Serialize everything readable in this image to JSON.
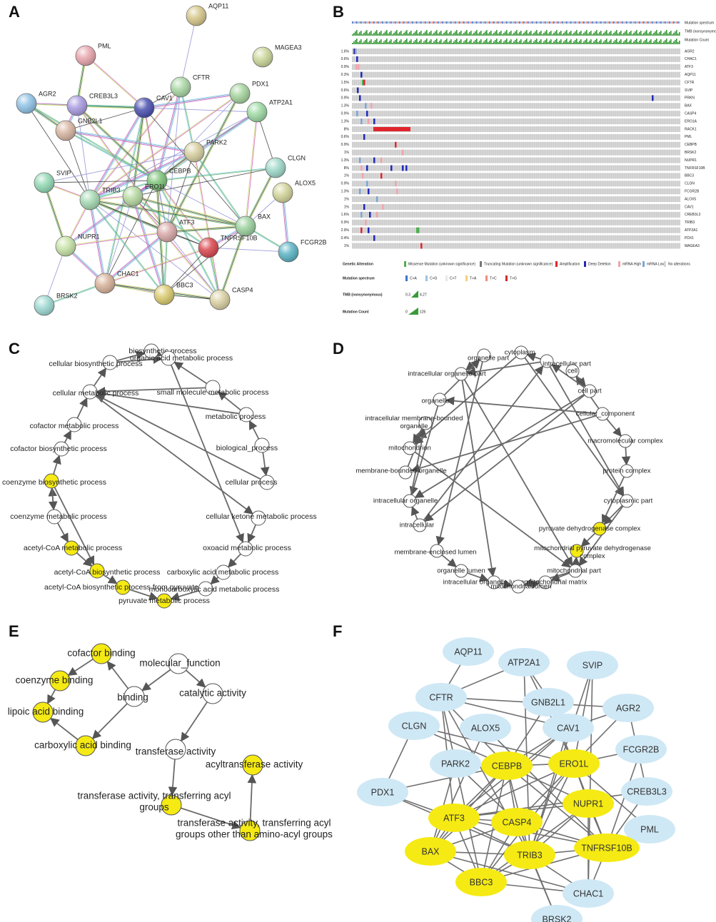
{
  "panel_labels": {
    "a": "A",
    "b": "B",
    "c": "C",
    "d": "D",
    "e": "E",
    "f": "F"
  },
  "colors": {
    "yellow": "#f5ea13",
    "light_blue": "#cfe8f5",
    "edge": "#666666",
    "white": "#ffffff"
  },
  "panelA": {
    "nodes": [
      {
        "id": "AQP11",
        "label": "AQP11",
        "color": "#d6c78a"
      },
      {
        "id": "PML",
        "label": "PML",
        "color": "#e8a6ae"
      },
      {
        "id": "MAGEA3",
        "label": "MAGEA3",
        "color": "#cbd69a"
      },
      {
        "id": "CFTR",
        "label": "CFTR",
        "color": "#a9d6a4"
      },
      {
        "id": "PDX1",
        "label": "PDX1",
        "color": "#a5d49e"
      },
      {
        "id": "AGR2",
        "label": "AGR2",
        "color": "#8fc2e6"
      },
      {
        "id": "CREB3L3",
        "label": "CREB3L3",
        "color": "#a99be0"
      },
      {
        "id": "CAV1",
        "label": "CAV1",
        "color": "#4a50b0"
      },
      {
        "id": "ATP2A1",
        "label": "ATP2A1",
        "color": "#9ed9a3"
      },
      {
        "id": "GNB2L1",
        "label": "GNB2L1",
        "color": "#d8b6a2"
      },
      {
        "id": "PARK2",
        "label": "PARK2",
        "color": "#d7cfa0"
      },
      {
        "id": "CLGN",
        "label": "CLGN",
        "color": "#9ed9c9"
      },
      {
        "id": "SVIP",
        "label": "SVIP",
        "color": "#93d9b5"
      },
      {
        "id": "CEBPB",
        "label": "CEBPB",
        "color": "#7ec47a"
      },
      {
        "id": "ALOX5",
        "label": "ALOX5",
        "color": "#d3d49a"
      },
      {
        "id": "TRIB3",
        "label": "TRIB3",
        "color": "#a5d9b3"
      },
      {
        "id": "ERO1L",
        "label": "ERO1L",
        "color": "#b7d9a1"
      },
      {
        "id": "BAX",
        "label": "BAX",
        "color": "#9cd19f"
      },
      {
        "id": "NUPR1",
        "label": "NUPR1",
        "color": "#c7e3a7"
      },
      {
        "id": "ATF3",
        "label": "ATF3",
        "color": "#d9a8a8"
      },
      {
        "id": "TNFRSF10B",
        "label": "TNFRSF10B",
        "color": "#d9484f"
      },
      {
        "id": "FCGR2B",
        "label": "FCGR2B",
        "color": "#5bb4c4"
      },
      {
        "id": "CHAC1",
        "label": "CHAC1",
        "color": "#d7b29a"
      },
      {
        "id": "BBC3",
        "label": "BBC3",
        "color": "#d9ca6e"
      },
      {
        "id": "CASP4",
        "label": "CASP4",
        "color": "#d9d0a2"
      },
      {
        "id": "BRSK2",
        "label": "BRSK2",
        "color": "#9ed9d3"
      }
    ]
  },
  "panelB": {
    "genes": [
      {
        "name": "AGR2",
        "pct": "1.6%"
      },
      {
        "name": "CHAC1",
        "pct": "0.6%"
      },
      {
        "name": "ATF3",
        "pct": "0.9%"
      },
      {
        "name": "AQP11",
        "pct": "0.3%"
      },
      {
        "name": "CFTR",
        "pct": "1.5%"
      },
      {
        "name": "SVIP",
        "pct": "0.6%"
      },
      {
        "name": "PRKN",
        "pct": "0.9%"
      },
      {
        "name": "BAX",
        "pct": "1.3%"
      },
      {
        "name": "CASP4",
        "pct": "0.9%"
      },
      {
        "name": "ERO1A",
        "pct": "1.3%"
      },
      {
        "name": "RACK1",
        "pct": "8%"
      },
      {
        "name": "PML",
        "pct": "0.6%"
      },
      {
        "name": "CEBPB",
        "pct": "0.9%"
      },
      {
        "name": "BRSK2",
        "pct": "1%"
      },
      {
        "name": "NUPR1",
        "pct": "1.3%"
      },
      {
        "name": "TNFRSF10B",
        "pct": "8%"
      },
      {
        "name": "BBC3",
        "pct": "1%"
      },
      {
        "name": "CLGN",
        "pct": "0.9%"
      },
      {
        "name": "FCGR2B",
        "pct": "1.3%"
      },
      {
        "name": "ALOX5",
        "pct": "1%"
      },
      {
        "name": "CAV1",
        "pct": "1%"
      },
      {
        "name": "CREB3L3",
        "pct": "1.6%"
      },
      {
        "name": "TRIB3",
        "pct": "0.9%"
      },
      {
        "name": "ATP2A1",
        "pct": "2.9%"
      },
      {
        "name": "PDX1",
        "pct": "0.4%"
      },
      {
        "name": "MAGEA3",
        "pct": "1%"
      }
    ],
    "track_labels": [
      "Mutation spectrum",
      "TMB (nonsynonymous)",
      "Mutation Count"
    ],
    "legend": {
      "genetic_alteration_title": "Genetic Alteration",
      "genetic_alteration_items": [
        {
          "label": "Missense Mutation (unknown significance)",
          "color": "#4fb04f"
        },
        {
          "label": "Truncating Mutation (unknown significance)",
          "color": "#777777"
        },
        {
          "label": "Amplification",
          "color": "#e0262d"
        },
        {
          "label": "Deep Deletion",
          "color": "#1f2ab8"
        },
        {
          "label": "mRNA High",
          "color": "#f0a4ae"
        },
        {
          "label": "mRNA Low",
          "color": "#7aa6d4"
        },
        {
          "label": "No alterations",
          "color": "#d6d6d6"
        }
      ],
      "spectrum_title": "Mutation spectrum",
      "spectrum_items": [
        {
          "label": "C>A",
          "color": "#3d74c9"
        },
        {
          "label": "C>G",
          "color": "#9cc4e4"
        },
        {
          "label": "C>T",
          "color": "#e8e8e8"
        },
        {
          "label": "T>A",
          "color": "#f5cf7a"
        },
        {
          "label": "T>C",
          "color": "#f28b7d"
        },
        {
          "label": "T>G",
          "color": "#d42a2a"
        }
      ],
      "tmb_title": "TMB (nonsynonymous)",
      "tmb_min": "0.3",
      "tmb_max": "4.27",
      "count_title": "Mutation Count",
      "count_min": "0",
      "count_max": "126"
    }
  },
  "panelC": {
    "nodes": [
      {
        "id": "biosynthetic process",
        "label": "biosynthetic process",
        "yellow": false
      },
      {
        "id": "organic acid metabolic process",
        "label": "organic acid metabolic process",
        "yellow": false
      },
      {
        "id": "cellular biosynthetic process",
        "label": "cellular biosynthetic process",
        "yellow": false
      },
      {
        "id": "small molecule metabolic process",
        "label": "small molecule metabolic process",
        "yellow": false
      },
      {
        "id": "cellular metabolic process",
        "label": "cellular metabolic process",
        "yellow": false
      },
      {
        "id": "metabolic process",
        "label": "metabolic process",
        "yellow": false
      },
      {
        "id": "cofactor metabolic process",
        "label": "cofactor metabolic process",
        "yellow": false
      },
      {
        "id": "biological_process",
        "label": "biological_process",
        "yellow": false
      },
      {
        "id": "cofactor biosynthetic process",
        "label": "cofactor biosynthetic process",
        "yellow": false
      },
      {
        "id": "coenzyme biosynthetic process",
        "label": "coenzyme biosynthetic process",
        "yellow": true
      },
      {
        "id": "cellular process",
        "label": "cellular process",
        "yellow": false
      },
      {
        "id": "coenzyme metabolic process",
        "label": "coenzyme metabolic process",
        "yellow": false
      },
      {
        "id": "cellular ketone metabolic process",
        "label": "cellular ketone metabolic process",
        "yellow": false
      },
      {
        "id": "acetyl-CoA metabolic process",
        "label": "acetyl-CoA metabolic process",
        "yellow": true
      },
      {
        "id": "oxoacid metabolic process",
        "label": "oxoacid metabolic process",
        "yellow": false
      },
      {
        "id": "acetyl-CoA biosynthetic process",
        "label": "acetyl-CoA biosynthetic process",
        "yellow": true
      },
      {
        "id": "carboxylic acid metabolic process",
        "label": "carboxylic acid metabolic process",
        "yellow": false
      },
      {
        "id": "acetyl-CoA biosynthetic process from pyruvate",
        "label": "acetyl-CoA biosynthetic process from pyruvate",
        "yellow": true
      },
      {
        "id": "monocarboxylic acid metabolic process",
        "label": "monocarboxylic acid metabolic process",
        "yellow": false
      },
      {
        "id": "pyruvate metabolic process",
        "label": "pyruvate metabolic process",
        "yellow": true
      }
    ]
  },
  "panelD": {
    "nodes": [
      {
        "id": "cytoplasm",
        "label": "cytoplasm",
        "yellow": false
      },
      {
        "id": "organelle part",
        "label": "organelle part",
        "yellow": false
      },
      {
        "id": "intracellular part",
        "label": "intracellular part",
        "yellow": false
      },
      {
        "id": "intracellular organelle part",
        "label": "intracellular organelle part",
        "yellow": false
      },
      {
        "id": "cell",
        "label": "cell",
        "yellow": false
      },
      {
        "id": "cell part",
        "label": "cell part",
        "yellow": false
      },
      {
        "id": "organelle",
        "label": "organelle",
        "yellow": false
      },
      {
        "id": "cellular_component",
        "label": "cellular_component",
        "yellow": false
      },
      {
        "id": "intracellular membrane-bounded organelle",
        "label": "intracellular membrane-bounded organelle",
        "yellow": false
      },
      {
        "id": "macromolecular complex",
        "label": "macromolecular complex",
        "yellow": false
      },
      {
        "id": "mitochondrion",
        "label": "mitochondrion",
        "yellow": false
      },
      {
        "id": "protein complex",
        "label": "protein complex",
        "yellow": false
      },
      {
        "id": "membrane-bounded organelle",
        "label": "membrane-bounded organelle",
        "yellow": false
      },
      {
        "id": "intracellular organelle",
        "label": "intracellular organelle",
        "yellow": false
      },
      {
        "id": "cytoplasmic part",
        "label": "cytoplasmic part",
        "yellow": false
      },
      {
        "id": "intracellular",
        "label": "intracellular",
        "yellow": false
      },
      {
        "id": "pyruvate dehydrogenase complex",
        "label": "pyruvate dehydrogenase complex",
        "yellow": true
      },
      {
        "id": "membrane-enclosed lumen",
        "label": "membrane-enclosed lumen",
        "yellow": false
      },
      {
        "id": "mitochondrial pyruvate dehydrogenase complex",
        "label": "mitochondrial pyruvate dehydrogenase complex",
        "yellow": true
      },
      {
        "id": "organelle lumen",
        "label": "organelle lumen",
        "yellow": false
      },
      {
        "id": "mitochondrial part",
        "label": "mitochondrial part",
        "yellow": false
      },
      {
        "id": "intracellular organelle lumen",
        "label": "intracellular organelle lumen",
        "yellow": false
      },
      {
        "id": "mitochondrial matrix",
        "label": "mitochondrial matrix",
        "yellow": false
      },
      {
        "id": "mitochondrial lumen",
        "label": "mitochondrial lumen",
        "yellow": false
      }
    ]
  },
  "panelE": {
    "nodes": [
      {
        "id": "cofactor binding",
        "label": "cofactor binding",
        "yellow": true
      },
      {
        "id": "molecular_function",
        "label": "molecular_function",
        "yellow": false
      },
      {
        "id": "coenzyme binding",
        "label": "coenzyme binding",
        "yellow": true
      },
      {
        "id": "binding",
        "label": "binding",
        "yellow": false
      },
      {
        "id": "catalytic activity",
        "label": "catalytic activity",
        "yellow": false
      },
      {
        "id": "lipoic acid binding",
        "label": "lipoic acid binding",
        "yellow": true
      },
      {
        "id": "carboxylic acid binding",
        "label": "carboxylic acid binding",
        "yellow": true
      },
      {
        "id": "transferase activity",
        "label": "transferase activity",
        "yellow": false
      },
      {
        "id": "acyltransferase activity",
        "label": "acyltransferase activity",
        "yellow": true
      },
      {
        "id": "transferase activity, transferring acyl groups",
        "label": "transferase activity, transferring acyl groups",
        "yellow": true
      },
      {
        "id": "transferase activity, transferring acyl groups other than amino-acyl groups",
        "label": "transferase activity, transferring acyl groups other than amino-acyl groups",
        "yellow": true
      }
    ]
  },
  "panelF": {
    "nodes": [
      {
        "id": "AQP11",
        "label": "AQP11",
        "hub": false
      },
      {
        "id": "ATP2A1",
        "label": "ATP2A1",
        "hub": false
      },
      {
        "id": "SVIP",
        "label": "SVIP",
        "hub": false
      },
      {
        "id": "CFTR",
        "label": "CFTR",
        "hub": false
      },
      {
        "id": "GNB2L1",
        "label": "GNB2L1",
        "hub": false
      },
      {
        "id": "AGR2",
        "label": "AGR2",
        "hub": false
      },
      {
        "id": "CLGN",
        "label": "CLGN",
        "hub": false
      },
      {
        "id": "ALOX5",
        "label": "ALOX5",
        "hub": false
      },
      {
        "id": "CAV1",
        "label": "CAV1",
        "hub": false
      },
      {
        "id": "FCGR2B",
        "label": "FCGR2B",
        "hub": false
      },
      {
        "id": "PARK2",
        "label": "PARK2",
        "hub": false
      },
      {
        "id": "CEBPB",
        "label": "CEBPB",
        "hub": true
      },
      {
        "id": "ERO1L",
        "label": "ERO1L",
        "hub": true
      },
      {
        "id": "CREB3L3",
        "label": "CREB3L3",
        "hub": false
      },
      {
        "id": "PDX1",
        "label": "PDX1",
        "hub": false
      },
      {
        "id": "NUPR1",
        "label": "NUPR1",
        "hub": true
      },
      {
        "id": "ATF3",
        "label": "ATF3",
        "hub": true
      },
      {
        "id": "CASP4",
        "label": "CASP4",
        "hub": true
      },
      {
        "id": "PML",
        "label": "PML",
        "hub": false
      },
      {
        "id": "BAX",
        "label": "BAX",
        "hub": true
      },
      {
        "id": "TRIB3",
        "label": "TRIB3",
        "hub": true
      },
      {
        "id": "TNFRSF10B",
        "label": "TNFRSF10B",
        "hub": true
      },
      {
        "id": "BBC3",
        "label": "BBC3",
        "hub": true
      },
      {
        "id": "CHAC1",
        "label": "CHAC1",
        "hub": false
      },
      {
        "id": "BRSK2",
        "label": "BRSK2",
        "hub": false
      }
    ]
  }
}
